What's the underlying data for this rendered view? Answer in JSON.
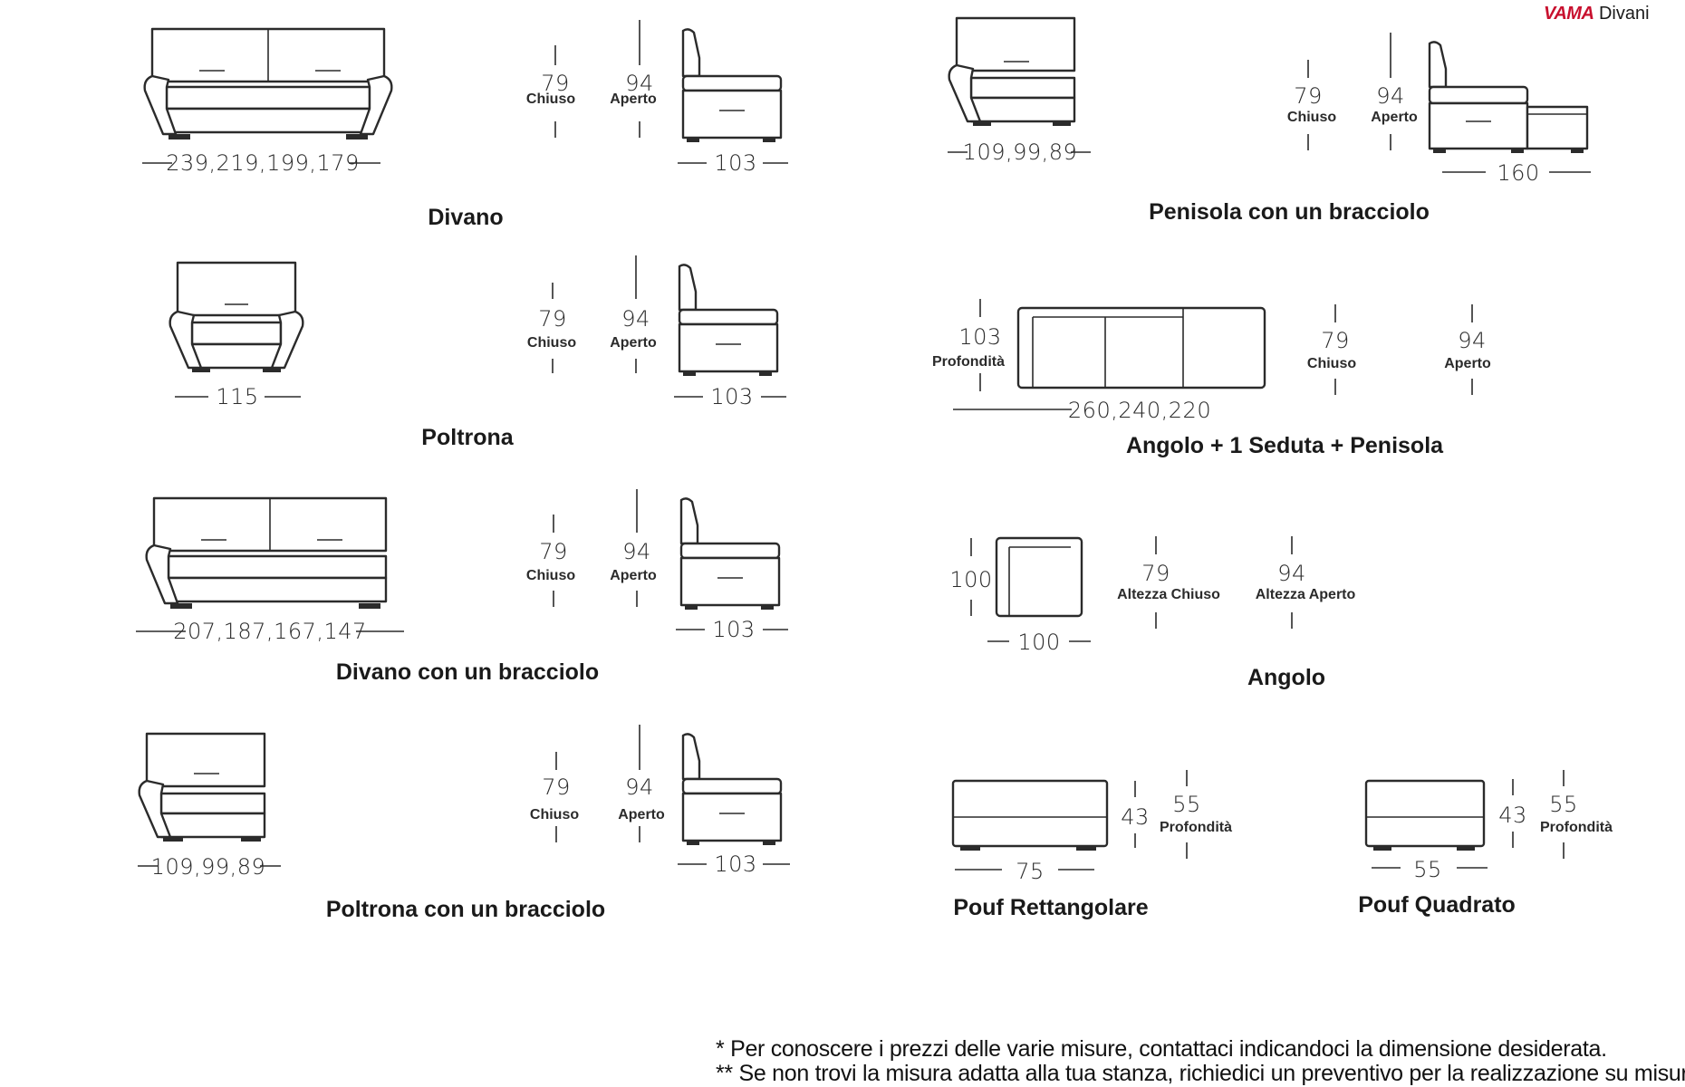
{
  "logo": {
    "brand": "VAMA",
    "suffix": "Divani"
  },
  "labels": {
    "chiuso": "Chiuso",
    "aperto": "Aperto",
    "profondita": "Profondità",
    "altezza_chiuso": "Altezza Chiuso",
    "altezza_aperto": "Altezza Aperto"
  },
  "items": {
    "divano": {
      "title": "Divano",
      "width": "239,219,199,179",
      "h_closed": "79",
      "h_open": "94",
      "depth": "103"
    },
    "poltrona": {
      "title": "Poltrona",
      "width": "115",
      "h_closed": "79",
      "h_open": "94",
      "depth": "103"
    },
    "divano_bracciolo": {
      "title": "Divano con un bracciolo",
      "width": "207,187,167,147",
      "h_closed": "79",
      "h_open": "94",
      "depth": "103"
    },
    "poltrona_bracciolo": {
      "title": "Poltrona con un bracciolo",
      "width": "109,99,89",
      "h_closed": "79",
      "h_open": "94",
      "depth": "103"
    },
    "penisola": {
      "title": "Penisola con un bracciolo",
      "width": "109,99,89",
      "h_closed": "79",
      "h_open": "94",
      "depth": "160"
    },
    "angolo_seduta_penisola": {
      "title": "Angolo + 1 Seduta + Penisola",
      "width": "260,240,220",
      "depth": "103",
      "h_closed": "79",
      "h_open": "94"
    },
    "angolo": {
      "title": "Angolo",
      "width": "100",
      "depth": "100",
      "h_closed": "79",
      "h_open": "94"
    },
    "pouf_rett": {
      "title": "Pouf Rettangolare",
      "width": "75",
      "height": "43",
      "depth": "55"
    },
    "pouf_quad": {
      "title": "Pouf Quadrato",
      "width": "55",
      "height": "43",
      "depth": "55"
    }
  },
  "footnotes": [
    "* Per conoscere i prezzi delle varie misure, contattaci indicandoci la dimensione desiderata.",
    "** Se non trovi la misura adatta alla tua stanza, richiedici un preventivo per la realizzazione su misura."
  ]
}
